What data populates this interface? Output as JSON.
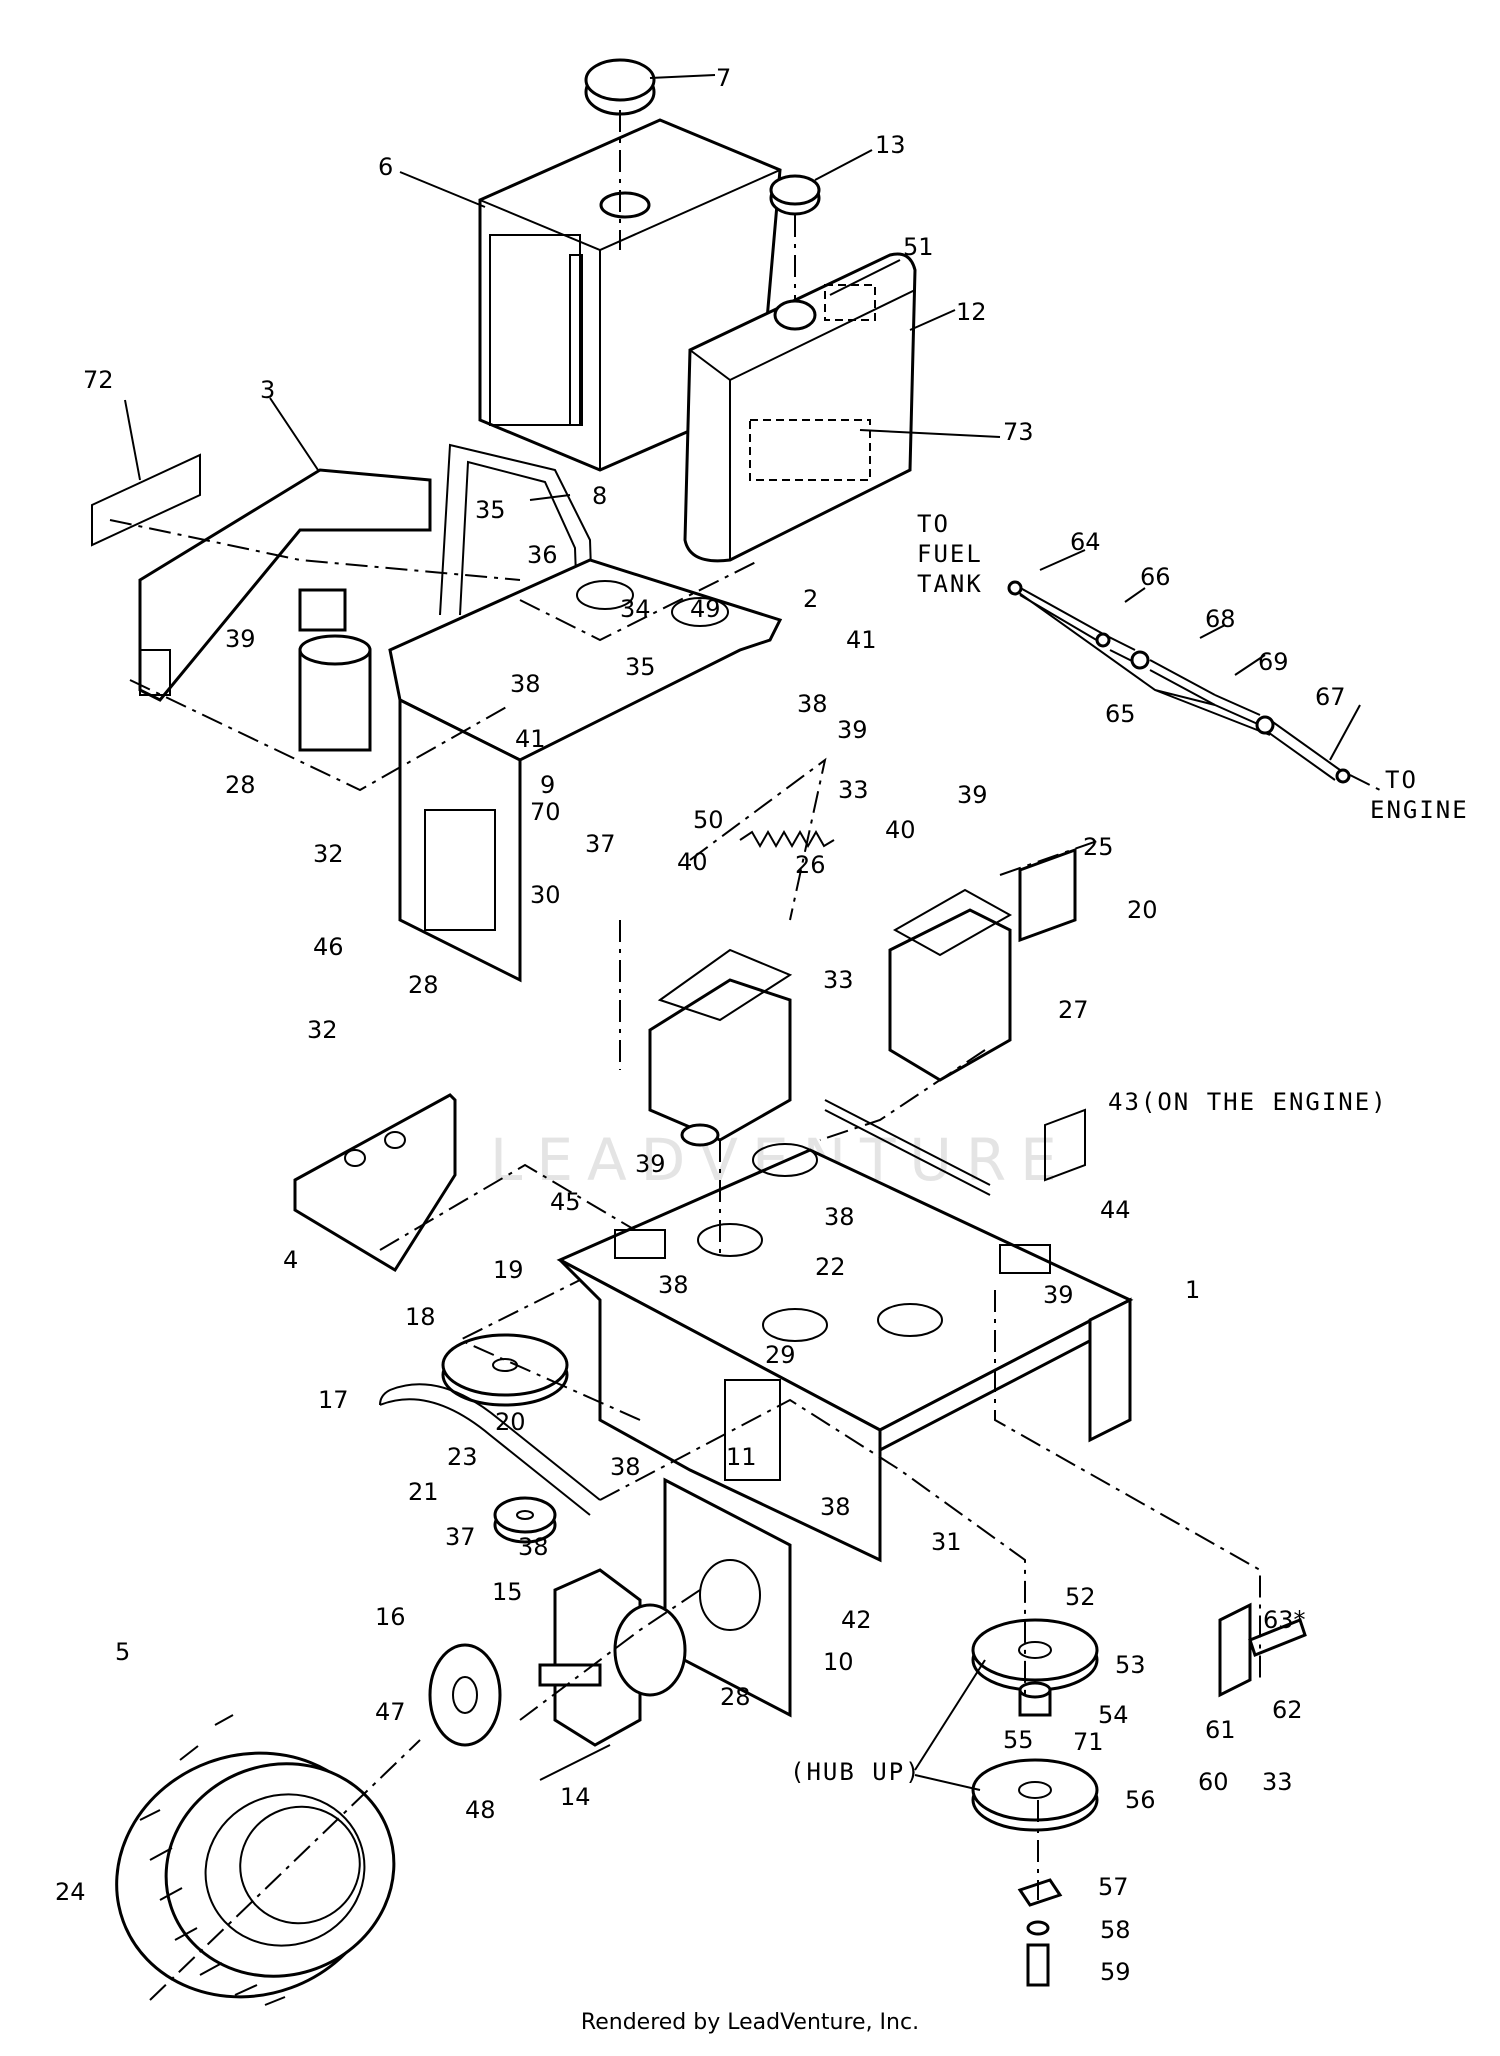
{
  "labels": [
    {
      "id": "l7",
      "text": "7"
    },
    {
      "id": "l13",
      "text": "13"
    },
    {
      "id": "l6",
      "text": "6"
    },
    {
      "id": "l51",
      "text": "51"
    },
    {
      "id": "l12",
      "text": "12"
    },
    {
      "id": "l72",
      "text": "72"
    },
    {
      "id": "l3",
      "text": "3"
    },
    {
      "id": "l73",
      "text": "73"
    },
    {
      "id": "l8",
      "text": "8"
    },
    {
      "id": "l35a",
      "text": "35"
    },
    {
      "id": "l64",
      "text": "64"
    },
    {
      "id": "l66",
      "text": "66"
    },
    {
      "id": "l36",
      "text": "36"
    },
    {
      "id": "l34",
      "text": "34"
    },
    {
      "id": "l49",
      "text": "49"
    },
    {
      "id": "l2",
      "text": "2"
    },
    {
      "id": "l68",
      "text": "68"
    },
    {
      "id": "l39a",
      "text": "39"
    },
    {
      "id": "l41a",
      "text": "41"
    },
    {
      "id": "l69",
      "text": "69"
    },
    {
      "id": "l35b",
      "text": "35"
    },
    {
      "id": "l67",
      "text": "67"
    },
    {
      "id": "l38a",
      "text": "38"
    },
    {
      "id": "l38b",
      "text": "38"
    },
    {
      "id": "l65",
      "text": "65"
    },
    {
      "id": "l41b",
      "text": "41"
    },
    {
      "id": "l39b",
      "text": "39"
    },
    {
      "id": "l28a",
      "text": "28"
    },
    {
      "id": "l9",
      "text": "9"
    },
    {
      "id": "l33a",
      "text": "33"
    },
    {
      "id": "l39c",
      "text": "39"
    },
    {
      "id": "l32a",
      "text": "32"
    },
    {
      "id": "l70",
      "text": "70"
    },
    {
      "id": "l50",
      "text": "50"
    },
    {
      "id": "l40a",
      "text": "40"
    },
    {
      "id": "l25",
      "text": "25"
    },
    {
      "id": "l37a",
      "text": "37"
    },
    {
      "id": "l40b",
      "text": "40"
    },
    {
      "id": "l26",
      "text": "26"
    },
    {
      "id": "l30",
      "text": "30"
    },
    {
      "id": "l20a",
      "text": "20"
    },
    {
      "id": "l46",
      "text": "46"
    },
    {
      "id": "l33b",
      "text": "33"
    },
    {
      "id": "l28b",
      "text": "28"
    },
    {
      "id": "l27",
      "text": "27"
    },
    {
      "id": "l32b",
      "text": "32"
    },
    {
      "id": "l39d",
      "text": "39"
    },
    {
      "id": "l38c",
      "text": "38"
    },
    {
      "id": "l45",
      "text": "45"
    },
    {
      "id": "l44",
      "text": "44"
    },
    {
      "id": "l22",
      "text": "22"
    },
    {
      "id": "l4",
      "text": "4"
    },
    {
      "id": "l19",
      "text": "19"
    },
    {
      "id": "l38d",
      "text": "38"
    },
    {
      "id": "l39e",
      "text": "39"
    },
    {
      "id": "l1",
      "text": "1"
    },
    {
      "id": "l18",
      "text": "18"
    },
    {
      "id": "l29",
      "text": "29"
    },
    {
      "id": "l17",
      "text": "17"
    },
    {
      "id": "l20b",
      "text": "20"
    },
    {
      "id": "l23",
      "text": "23"
    },
    {
      "id": "l11",
      "text": "11"
    },
    {
      "id": "l21",
      "text": "21"
    },
    {
      "id": "l38e",
      "text": "38"
    },
    {
      "id": "l38f",
      "text": "38"
    },
    {
      "id": "l37b",
      "text": "37"
    },
    {
      "id": "l38g",
      "text": "38"
    },
    {
      "id": "l31",
      "text": "31"
    },
    {
      "id": "l15",
      "text": "15"
    },
    {
      "id": "l42",
      "text": "42"
    },
    {
      "id": "l52",
      "text": "52"
    },
    {
      "id": "l16",
      "text": "16"
    },
    {
      "id": "l63",
      "text": "63*"
    },
    {
      "id": "l28c",
      "text": "28"
    },
    {
      "id": "l10",
      "text": "10"
    },
    {
      "id": "l53",
      "text": "53"
    },
    {
      "id": "l5",
      "text": "5"
    },
    {
      "id": "l62",
      "text": "62"
    },
    {
      "id": "l47",
      "text": "47"
    },
    {
      "id": "l54",
      "text": "54"
    },
    {
      "id": "l61",
      "text": "61"
    },
    {
      "id": "l55",
      "text": "55"
    },
    {
      "id": "l71",
      "text": "71"
    },
    {
      "id": "l14",
      "text": "14"
    },
    {
      "id": "l60",
      "text": "60"
    },
    {
      "id": "l33c",
      "text": "33"
    },
    {
      "id": "l48",
      "text": "48"
    },
    {
      "id": "l56",
      "text": "56"
    },
    {
      "id": "l57",
      "text": "57"
    },
    {
      "id": "l24",
      "text": "24"
    },
    {
      "id": "l58",
      "text": "58"
    },
    {
      "id": "l59",
      "text": "59"
    }
  ],
  "notes": {
    "to_fuel_tank": [
      "TO",
      "FUEL",
      "TANK"
    ],
    "to_engine": [
      "TO",
      "ENGINE"
    ],
    "on_engine": "43(ON THE ENGINE)",
    "hub_up": "(HUB UP)"
  },
  "watermark": "LEADVENTURE",
  "footer": "Rendered by LeadVenture, Inc."
}
